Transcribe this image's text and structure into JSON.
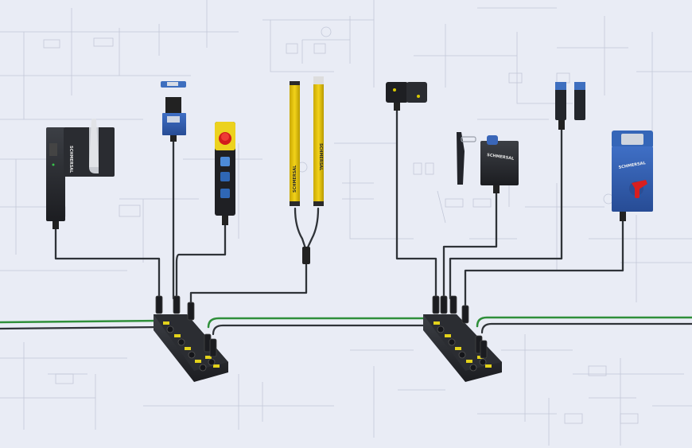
{
  "image": {
    "background_color": "#e9ecf5",
    "schematic_color": "#b7bdd0"
  },
  "devices": {
    "door_handle_label": "SCHMERSAL",
    "light_curtain_left_label": "SCHMERSAL",
    "light_curtain_right_label": "SCHMERSAL",
    "rfid_lock_label": "SCHMERSAL",
    "solenoid_lock_label": "SCHMERSAL"
  },
  "cable_colors": {
    "network": "#2f8f3a",
    "device": "#2f3338"
  },
  "io_module_accent": "#e3d21b"
}
